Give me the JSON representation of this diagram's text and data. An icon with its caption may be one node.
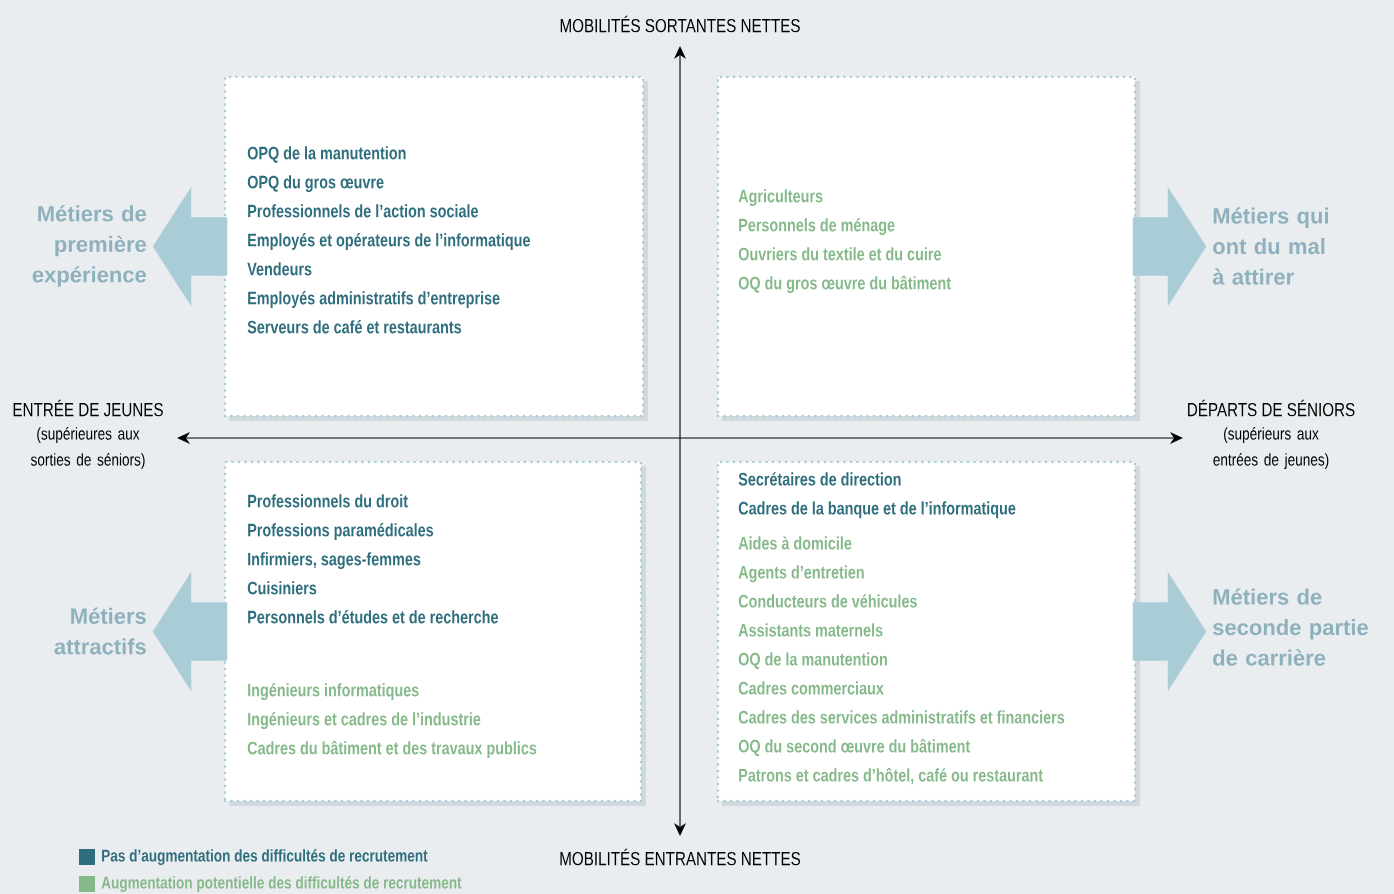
{
  "diagram": {
    "nodes": [
      {
        "text": [
          "Métiers de première expérience"
        ]
      },
      {
        "text": [
          "OPQ de la manutention",
          "OPQ du gros œuvre",
          "Professionnels de l’action sociale",
          "Employés et opérateurs de l’informatique",
          "Vendeurs",
          "Employés administratifs d’entreprise",
          "Serveurs de café et restaurants"
        ]
      },
      {
        "text": [
          "Agriculteurs",
          "Personnels de ménage",
          "Ouvriers du textile et du cuire",
          "OQ du gros œuvre du bâtiment"
        ]
      },
      {
        "text": [
          "Métiers qui ont du mal à attirer"
        ]
      },
      {
        "text": [
          "Métiers attractifs"
        ]
      },
      {
        "text": [
          "Professionnels du droit",
          "Professions paramédicales",
          "Infirmiers, sages-femmes",
          "Cuisiniers",
          "Personnels d’études et de recherche",
          "Ingénieurs informatiques",
          "Ingénieurs et cadres de l’industrie",
          "Cadres du bâtiment et des travaux publics"
        ]
      },
      {
        "text": [
          "Secrétaires de direction",
          "Cadres de la banque et de l’informatique",
          "Aides à domicile",
          "Agents d’entretien",
          "Conducteurs de véhicules",
          "Assistants maternels",
          "OQ de la manutention",
          "Cadres commerciaux",
          "Cadres des services administratifs et financiers",
          "OQ du second œuvre du bâtiment",
          "Patrons et cadres d’hôtel, café ou restaurant"
        ]
      },
      {
        "text": [
          "Métiers de seconde partie de carrière"
        ]
      }
    ],
    "edges": [
      {
        "from": 1,
        "to": 0,
        "arrow": "to",
        "style": "thick"
      },
      {
        "from": 2,
        "to": 3,
        "arrow": "to",
        "style": "thick"
      },
      {
        "from": 5,
        "to": 4,
        "arrow": "to",
        "style": "thick"
      },
      {
        "from": 6,
        "to": 7,
        "arrow": "to",
        "style": "thick"
      }
    ],
    "labels": [
      "MOBILITÉS SORTANTES NETTES",
      "ENTRÉE DE JEUNES",
      "(supérieures aux sorties de séniors)",
      "DÉPARTS DE SÉNIORS",
      "(supérieurs aux entrées de jeunes)",
      "MOBILITÉS ENTRANTES NETTES"
    ],
    "legend": [
      {
        "text": "Pas d’augmentation des difficultés de recrutement",
        "color": "#2f6e7d"
      },
      {
        "text": "Augmentation potentielle des difficultés de recrutement",
        "color": "#86b98a"
      }
    ]
  }
}
